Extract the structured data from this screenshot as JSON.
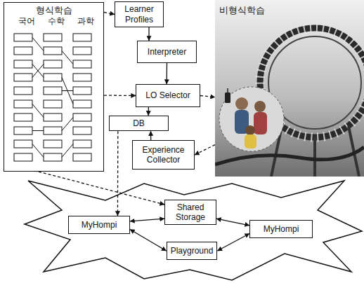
{
  "diagram": {
    "nodes": [
      {
        "text": [
          "형식학습"
        ]
      },
      {
        "text": [
          "Learner Profiles"
        ]
      },
      {
        "text": [
          "Interpreter"
        ]
      },
      {
        "text": [
          "LO Selector"
        ]
      },
      {
        "text": [
          "DB"
        ]
      },
      {
        "text": [
          "Experience Collector"
        ]
      },
      {
        "text": [
          "비형식학습"
        ]
      },
      {
        "text": [
          "MyHompi"
        ]
      },
      {
        "text": [
          "Shared Storage"
        ]
      },
      {
        "text": [
          "Playground"
        ]
      },
      {
        "text": [
          "MyHompi"
        ]
      }
    ],
    "edges": [
      {
        "from": 0,
        "to": 1,
        "arrow": "to"
      },
      {
        "from": 1,
        "to": 2,
        "arrow": "to"
      },
      {
        "from": 2,
        "to": 3,
        "arrow": "to"
      },
      {
        "from": 0,
        "to": 3,
        "arrow": "to"
      },
      {
        "from": 3,
        "to": 4,
        "arrow": "to"
      },
      {
        "from": 3,
        "to": 6,
        "arrow": "to"
      },
      {
        "from": 6,
        "to": 5,
        "arrow": "to"
      },
      {
        "from": 5,
        "to": 4,
        "arrow": "to"
      },
      {
        "from": 4,
        "to": 7,
        "arrow": "to"
      },
      {
        "from": 0,
        "to": 8,
        "arrow": "to"
      },
      {
        "from": 7,
        "to": 8,
        "arrow": "both"
      },
      {
        "from": 8,
        "to": 10,
        "arrow": "both"
      },
      {
        "from": 7,
        "to": 9,
        "arrow": "both"
      },
      {
        "from": 9,
        "to": 10,
        "arrow": "both"
      }
    ],
    "labels": [
      "국어",
      "수학",
      "과학"
    ]
  }
}
